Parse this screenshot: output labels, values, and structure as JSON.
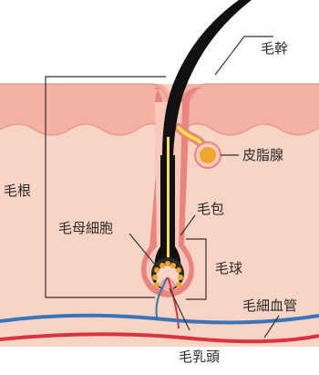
{
  "labels": {
    "hair_shaft": "毛幹",
    "sebaceous_gland": "皮脂腺",
    "hair_root": "毛根",
    "hair_follicle": "毛包",
    "hair_matrix_cells": "毛母細胞",
    "hair_bulb": "毛球",
    "capillaries": "毛細血管",
    "dermal_papilla": "毛乳頭"
  },
  "colors": {
    "skin_top": "#f3b2a4",
    "dermis": "#f8d4c4",
    "follicle": "#e9857c",
    "hair": "#111111",
    "hair_core": "#f5e04a",
    "gland": "#f0a52c",
    "vessel_blue": "#3a74b8",
    "vessel_red": "#d8333e",
    "leader_line": "#333333"
  }
}
